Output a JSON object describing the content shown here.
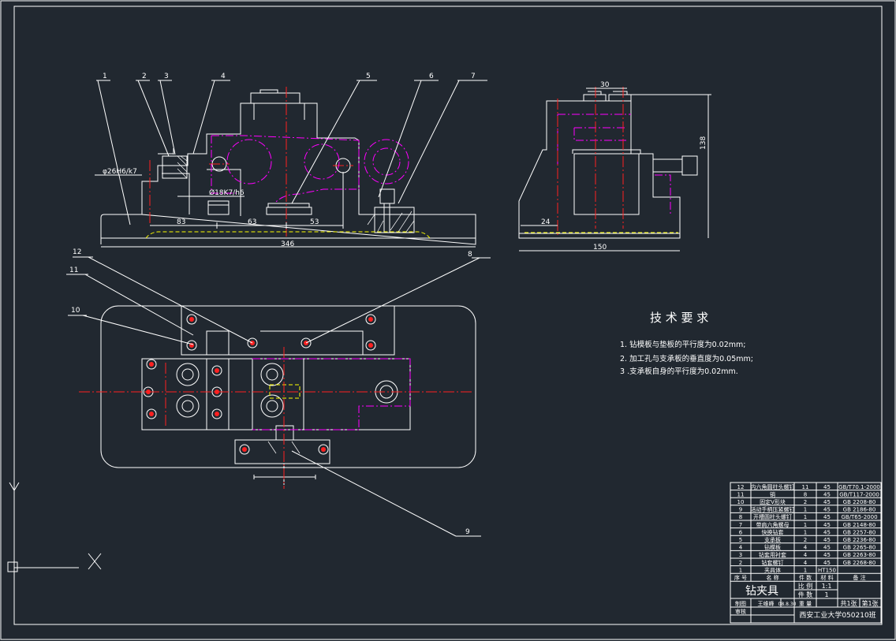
{
  "colors": {
    "background": "#212830",
    "lines": "#ffffff",
    "hidden": "#ff00ff",
    "center": "#ff2020",
    "outline": "#ffff00"
  },
  "part_labels": [
    "1",
    "2",
    "3",
    "4",
    "5",
    "6",
    "7",
    "8",
    "9",
    "10",
    "11",
    "12"
  ],
  "dimensions": {
    "fit1": "φ26H6/k7",
    "fit2": "Ø18K7/h6",
    "d83": "83",
    "d63": "63",
    "d53": "53",
    "d346": "346",
    "d30": "30",
    "d138": "138",
    "d24": "24",
    "d150": "150"
  },
  "tech_requirements": {
    "title": "技 术 要 求",
    "items": [
      "1. 钻模板与垫板的平行度为0.02mm;",
      "2.  加工孔与支承板的垂直度为0.05mm;",
      "3 .支承板自身的平行度为0.02mm."
    ]
  },
  "bom": {
    "rows": [
      {
        "no": "12",
        "name": "内六角圆柱头螺钉",
        "qty": "11",
        "material": "45",
        "note": "GB/T70.1-2000"
      },
      {
        "no": "11",
        "name": "销",
        "qty": "8",
        "material": "45",
        "note": "GB/T117-2000"
      },
      {
        "no": "10",
        "name": "固定V形块",
        "qty": "2",
        "material": "45",
        "note": "GB 2208-80"
      },
      {
        "no": "9",
        "name": "活动手柄压紧螺钉",
        "qty": "1",
        "material": "45",
        "note": "GB 2186-80"
      },
      {
        "no": "8",
        "name": "开槽圆柱头螺钉",
        "qty": "1",
        "material": "45",
        "note": "GB/T65-2000"
      },
      {
        "no": "7",
        "name": "带肩六角螺母",
        "qty": "1",
        "material": "45",
        "note": "GB 2148-80"
      },
      {
        "no": "6",
        "name": "快换钻套",
        "qty": "1",
        "material": "45",
        "note": "GB 2257-80"
      },
      {
        "no": "5",
        "name": "支承板",
        "qty": "2",
        "material": "45",
        "note": "GB 2236-80"
      },
      {
        "no": "4",
        "name": "钻模板",
        "qty": "4",
        "material": "45",
        "note": "GB 2265-80"
      },
      {
        "no": "3",
        "name": "钻套用衬套",
        "qty": "4",
        "material": "45",
        "note": "GB 2263-80"
      },
      {
        "no": "2",
        "name": "钻套螺钉",
        "qty": "4",
        "material": "45",
        "note": "GB 2268-80"
      },
      {
        "no": "1",
        "name": "夹具体",
        "qty": "1",
        "material": "HT150",
        "note": ""
      }
    ],
    "header": {
      "no": "序 号",
      "name": "名  称",
      "qty": "件 数",
      "material": "材 料",
      "note": "备    注"
    }
  },
  "title_block": {
    "drawing_name": "钻夹具",
    "scale_label": "比 例",
    "scale": "1:1",
    "count_label": "件 数",
    "count": "1",
    "weight_label": "重 量",
    "drawn_label": "制图",
    "drawn_by": "王维峰",
    "date": "08.8.30",
    "checked_label": "审核",
    "sheets_total": "共1张",
    "sheet_no": "第1张",
    "school": "西安工业大学050210班"
  }
}
